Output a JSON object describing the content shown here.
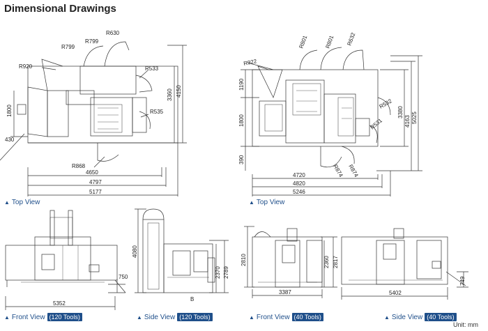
{
  "title": "Dimensional Drawings",
  "unit": "Unit: mm",
  "captions": {
    "top_view_left": "Top View",
    "top_view_right": "Top View",
    "front_view_120": "Front View",
    "front_view_120_badge": "(120 Tools)",
    "side_view_120": "Side View",
    "side_view_120_badge": "(120 Tools)",
    "front_view_40": "Front View",
    "front_view_40_badge": "(40 Tools)",
    "side_view_40": "Side View",
    "side_view_40_badge": "(40 Tools)"
  },
  "top_left": {
    "r630": "R630",
    "r799a": "R799",
    "r799b": "R799",
    "r920": "R920",
    "r533": "R533",
    "r535": "R535",
    "r868": "R868",
    "d1800": "1800",
    "d430": "430",
    "d3360": "3360",
    "d4150": "4150",
    "d4650": "4650",
    "d4797": "4797",
    "d5177": "5177"
  },
  "top_right": {
    "r801a": "R801",
    "r801b": "R801",
    "r632": "R632",
    "r922": "R922",
    "r532": "R532",
    "r531": "R531",
    "r874a": "R874",
    "r874b": "R874",
    "d1190": "1190",
    "d1800": "1800",
    "d390": "390",
    "d3380": "3380",
    "d4163": "4163",
    "d5025": "5025",
    "d4720": "4720",
    "d4820": "4820",
    "d5246": "5246"
  },
  "front120": {
    "d750": "750",
    "d5352": "5352"
  },
  "side120": {
    "d4080": "4080",
    "d2370": "2370",
    "d2789": "2789",
    "b": "B"
  },
  "front40": {
    "d2810": "2810",
    "d2360": "2360",
    "d2817": "2817",
    "d3387": "3387"
  },
  "side40": {
    "d749": "749",
    "d5402": "5402"
  }
}
